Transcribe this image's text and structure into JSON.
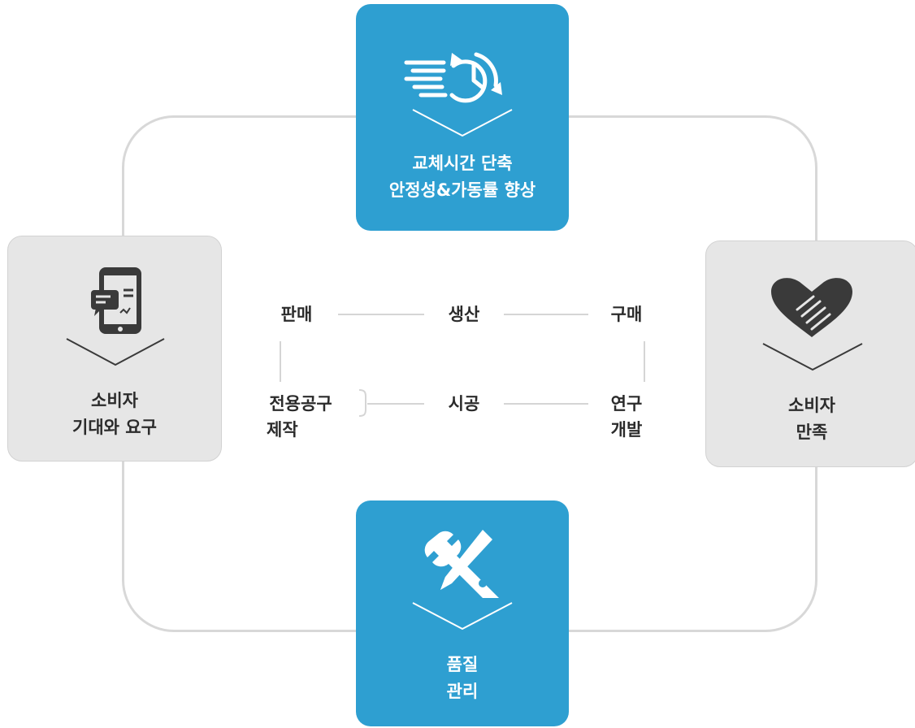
{
  "top_card": {
    "line1": "교체시간 단축",
    "line2": "안정성&가동률 향상",
    "icon": "fast-clock-icon"
  },
  "left_card": {
    "line1": "소비자",
    "line2": "기대와 요구",
    "icon": "smartphone-chat-icon"
  },
  "right_card": {
    "line1": "소비자",
    "line2": "만족",
    "icon": "handshake-heart-icon"
  },
  "bottom_card": {
    "line1": "품질",
    "line2": "관리",
    "icon": "wrench-pencil-icon"
  },
  "flow": {
    "sales": "판매",
    "production": "생산",
    "purchase": "구매",
    "tooling_line1": "전용공구",
    "tooling_line2": "제작",
    "construction": "시공",
    "rnd_line1": "연구",
    "rnd_line2": "개발"
  },
  "colors": {
    "accent": "#2e9fd1",
    "card_gray": "#e6e6e6",
    "connector": "#d5d5d5",
    "icon_dark": "#3a3a3a"
  }
}
